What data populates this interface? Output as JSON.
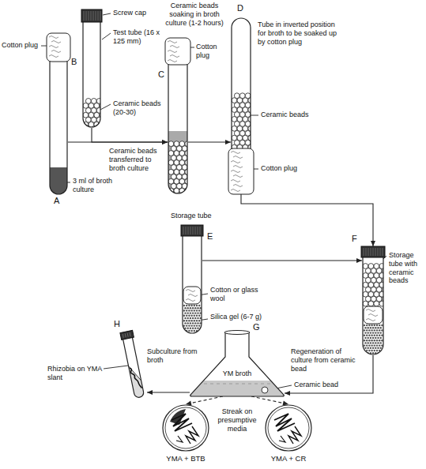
{
  "diagram": {
    "nodes": [
      {
        "text": [
          "A"
        ]
      },
      {
        "text": [
          "B"
        ]
      },
      {
        "text": [
          "C"
        ]
      },
      {
        "text": [
          "D"
        ]
      },
      {
        "text": [
          "E"
        ]
      },
      {
        "text": [
          "F"
        ]
      },
      {
        "text": [
          "G"
        ]
      },
      {
        "text": [
          "H"
        ]
      },
      {
        "text": [
          "YMA + BTB"
        ]
      },
      {
        "text": [
          "YMA + CR"
        ]
      }
    ],
    "edges": [
      {
        "from": 0,
        "to": 2,
        "arrow": "to"
      },
      {
        "from": 1,
        "to": 2,
        "arrow": "to"
      },
      {
        "from": 2,
        "to": 3,
        "arrow": "to"
      },
      {
        "from": 3,
        "to": 5,
        "arrow": "to"
      },
      {
        "from": 4,
        "to": 5,
        "arrow": "to"
      },
      {
        "from": 5,
        "to": 6,
        "arrow": "to"
      },
      {
        "from": 6,
        "to": 7,
        "arrow": "to"
      },
      {
        "from": 6,
        "to": 8,
        "arrow": "to"
      },
      {
        "from": 6,
        "to": 9,
        "arrow": "to"
      }
    ],
    "labels": [
      "Screw cap",
      "Test tube (16 x 125 mm)",
      "Ceramic beads (20-30)",
      "Cotton plug",
      "3 ml of broth culture",
      "Ceramic beads soaking in broth culture (1-2 hours)",
      "Cotton plug",
      "Ceramic beads transferred to broth culture",
      "Tube in inverted position for broth to be soaked up by cotton plug",
      "Ceramic beads",
      "Cotton plug",
      "Storage tube",
      "Cotton or glass wool",
      "Silica gel (6-7 g)",
      "Storage tube with ceramic beads",
      "Regeneration of culture from ceramic bead",
      "YM broth",
      "Ceramic bead",
      "Subculture from broth",
      "Rhizobia on YMA slant",
      "Streak on presumptive media"
    ]
  }
}
